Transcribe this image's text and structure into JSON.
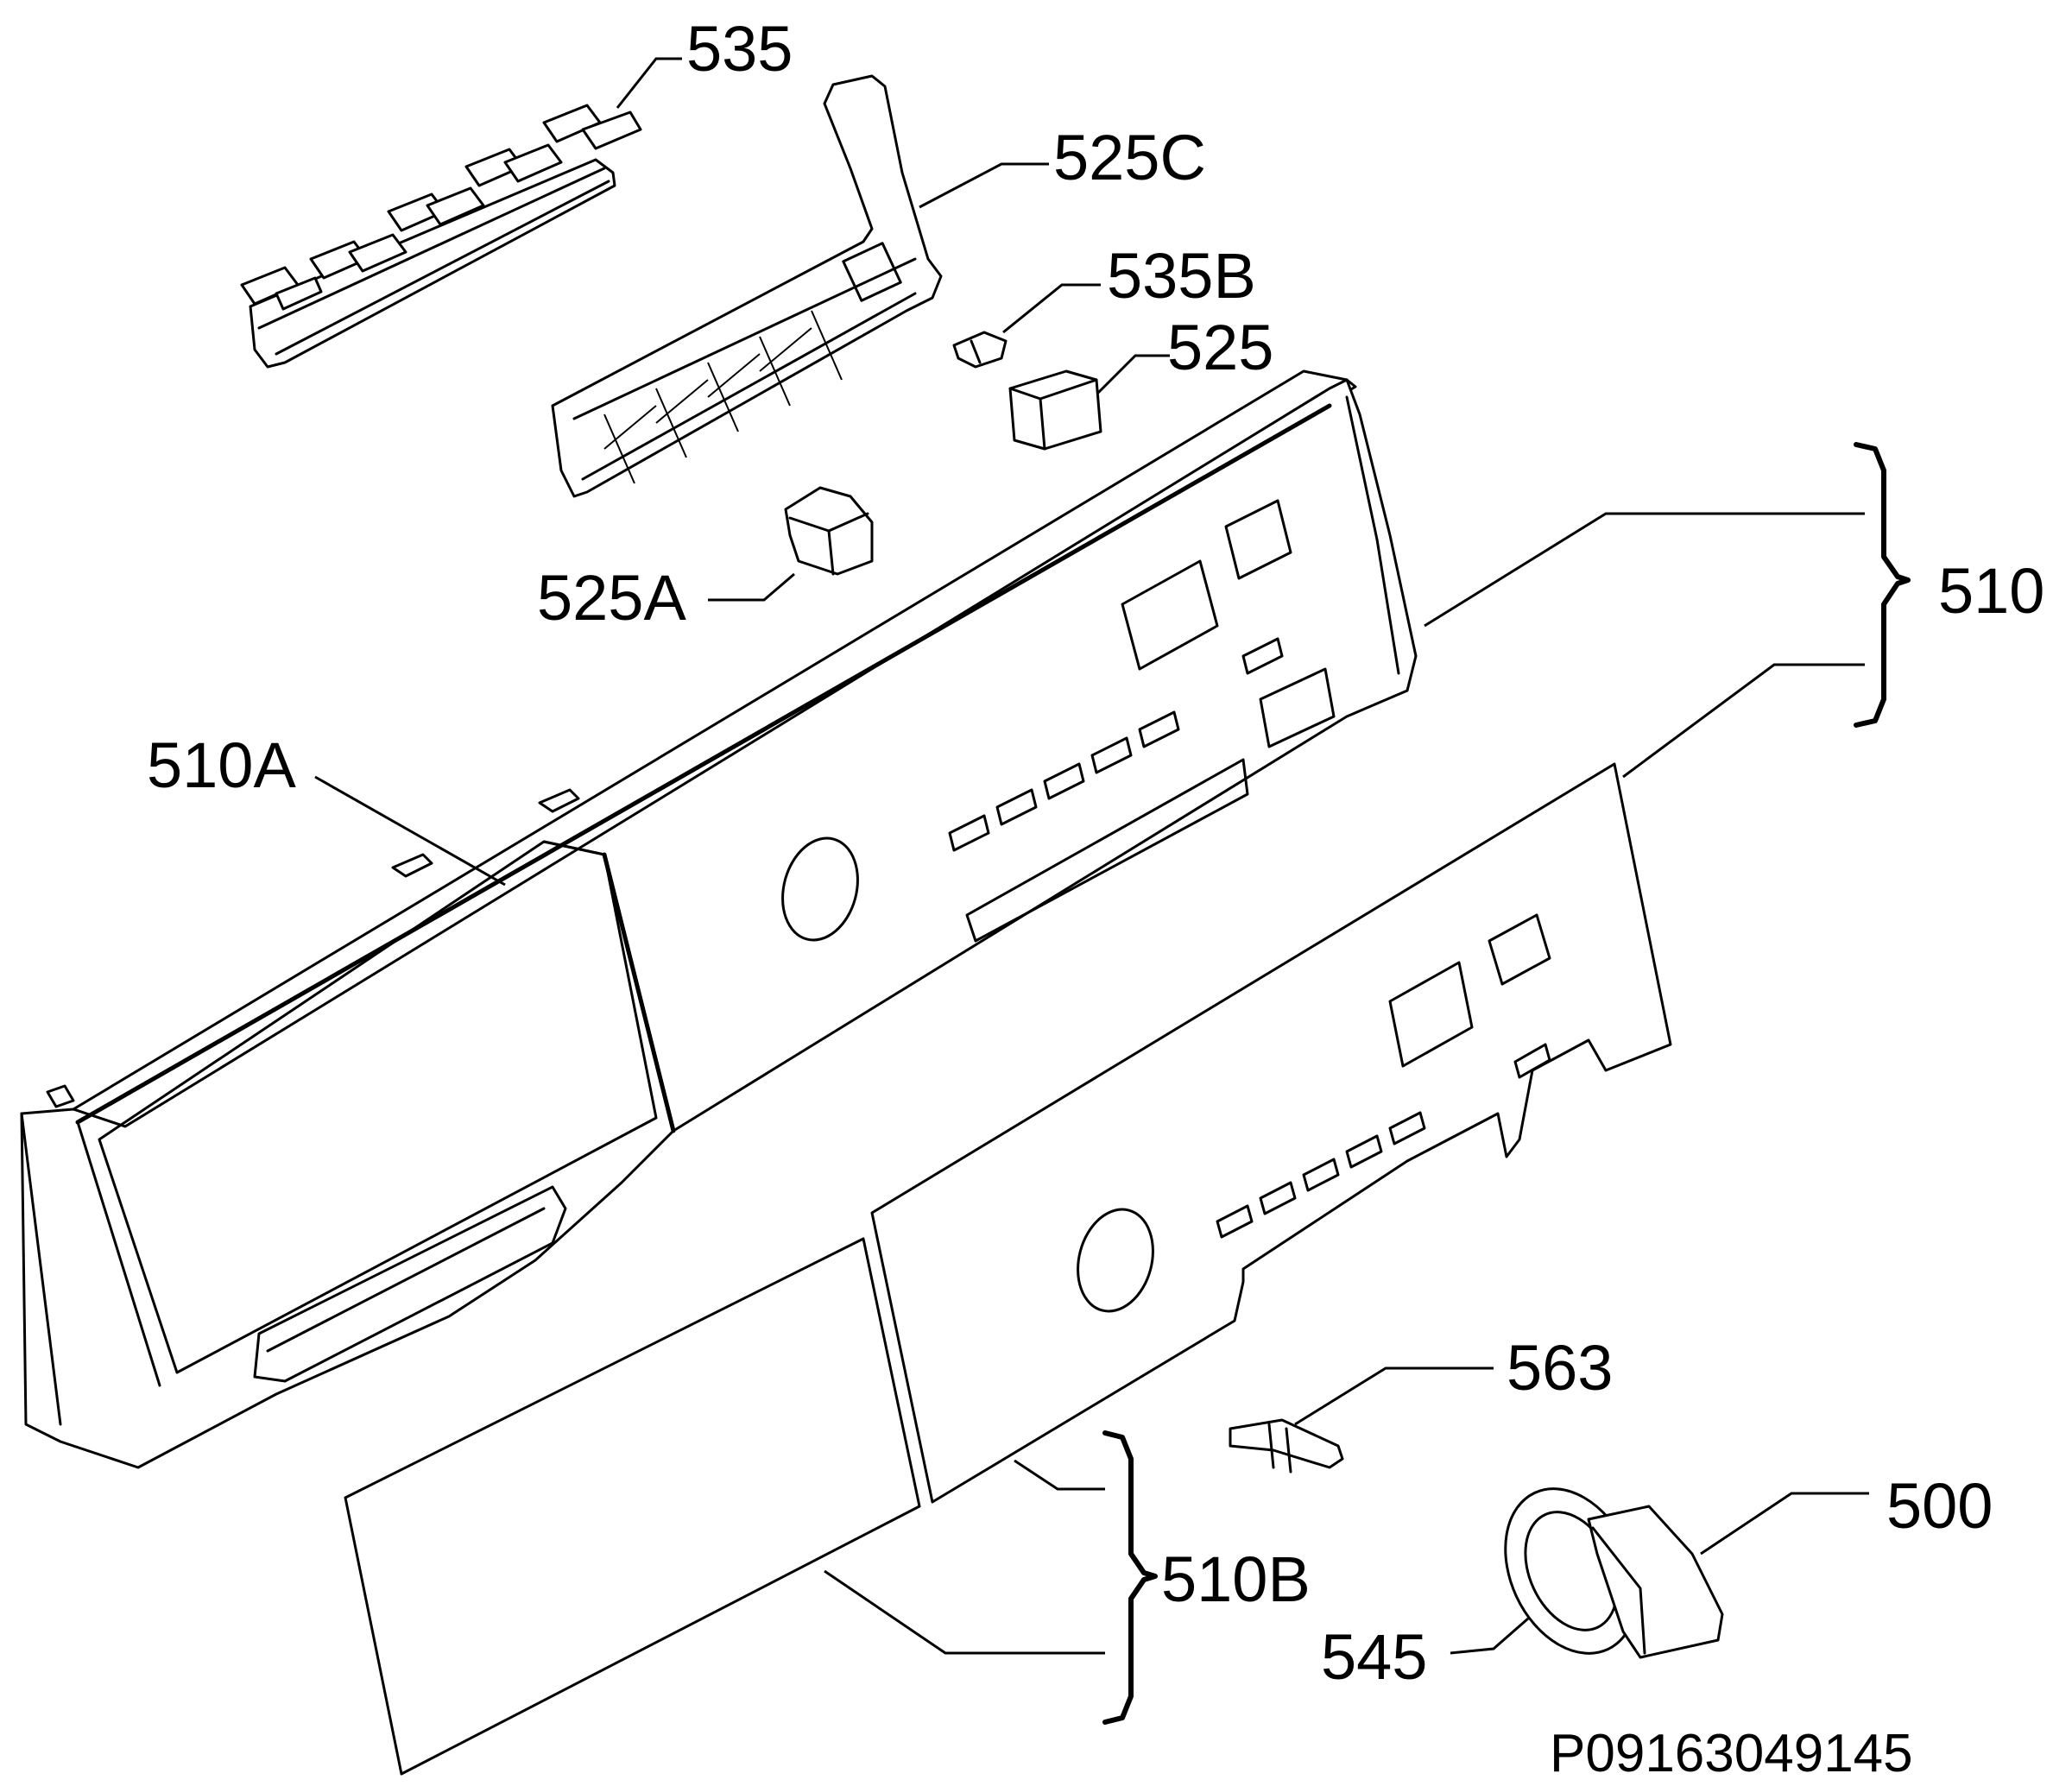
{
  "diagram": {
    "callouts": {
      "c535": "535",
      "c525C": "525C",
      "c535B": "535B",
      "c525": "525",
      "c510": "510",
      "c525A": "525A",
      "c510A": "510A",
      "c563": "563",
      "c500": "500",
      "c510B": "510B",
      "c545": "545"
    },
    "drawing_code": "P09163049145"
  }
}
